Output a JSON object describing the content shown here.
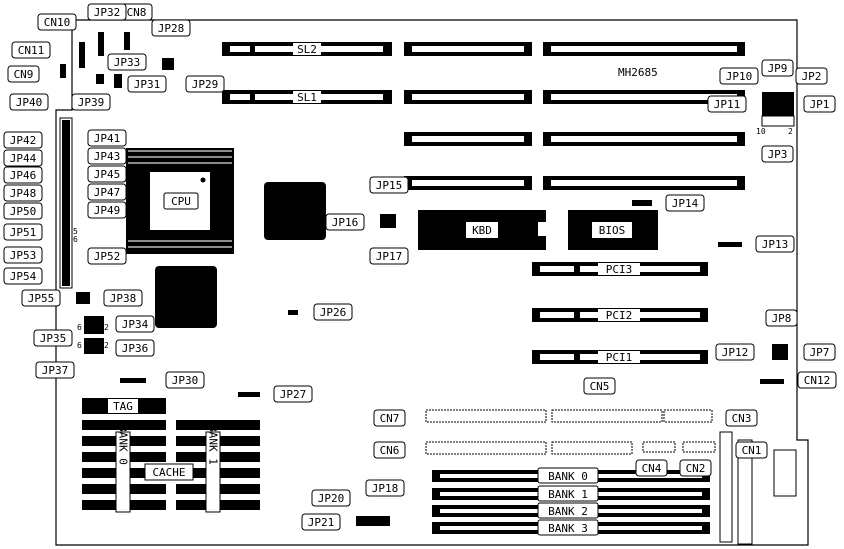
{
  "board": {
    "model": "MH2685"
  },
  "components": {
    "cpu": "CPU",
    "kbd": "KBD",
    "bios": "BIOS",
    "tag": "TAG",
    "cache": "CACHE",
    "bank0_cache": "BANK 0",
    "bank1_cache": "BANK 1"
  },
  "slots": {
    "sl1": "SL1",
    "sl2": "SL2",
    "pci1": "PCI1",
    "pci2": "PCI2",
    "pci3": "PCI3"
  },
  "simm_banks": [
    "BANK 0",
    "BANK 1",
    "BANK 2",
    "BANK 3"
  ],
  "pin_marks": {
    "jp3_left": "10",
    "jp3_right": "2",
    "jp51": "5",
    "jp52": "6",
    "jp34": "6",
    "jp34b": "2",
    "jp36": "6",
    "jp36b": "2"
  },
  "connectors": {
    "cn1": "CN1",
    "cn2": "CN2",
    "cn3": "CN3",
    "cn4": "CN4",
    "cn5": "CN5",
    "cn6": "CN6",
    "cn7": "CN7",
    "cn8": "CN8",
    "cn9": "CN9",
    "cn10": "CN10",
    "cn11": "CN11",
    "cn12": "CN12"
  },
  "jumpers": {
    "jp1": "JP1",
    "jp2": "JP2",
    "jp3": "JP3",
    "jp7": "JP7",
    "jp8": "JP8",
    "jp9": "JP9",
    "jp10": "JP10",
    "jp11": "JP11",
    "jp12": "JP12",
    "jp13": "JP13",
    "jp14": "JP14",
    "jp15": "JP15",
    "jp16": "JP16",
    "jp17": "JP17",
    "jp18": "JP18",
    "jp20": "JP20",
    "jp21": "JP21",
    "jp26": "JP26",
    "jp27": "JP27",
    "jp28": "JP28",
    "jp29": "JP29",
    "jp30": "JP30",
    "jp31": "JP31",
    "jp32": "JP32",
    "jp33": "JP33",
    "jp34": "JP34",
    "jp35": "JP35",
    "jp36": "JP36",
    "jp37": "JP37",
    "jp38": "JP38",
    "jp39": "JP39",
    "jp40": "JP40",
    "jp41": "JP41",
    "jp42": "JP42",
    "jp43": "JP43",
    "jp44": "JP44",
    "jp45": "JP45",
    "jp46": "JP46",
    "jp47": "JP47",
    "jp48": "JP48",
    "jp49": "JP49",
    "jp50": "JP50",
    "jp51": "JP51",
    "jp52": "JP52",
    "jp53": "JP53",
    "jp54": "JP54",
    "jp55": "JP55"
  }
}
